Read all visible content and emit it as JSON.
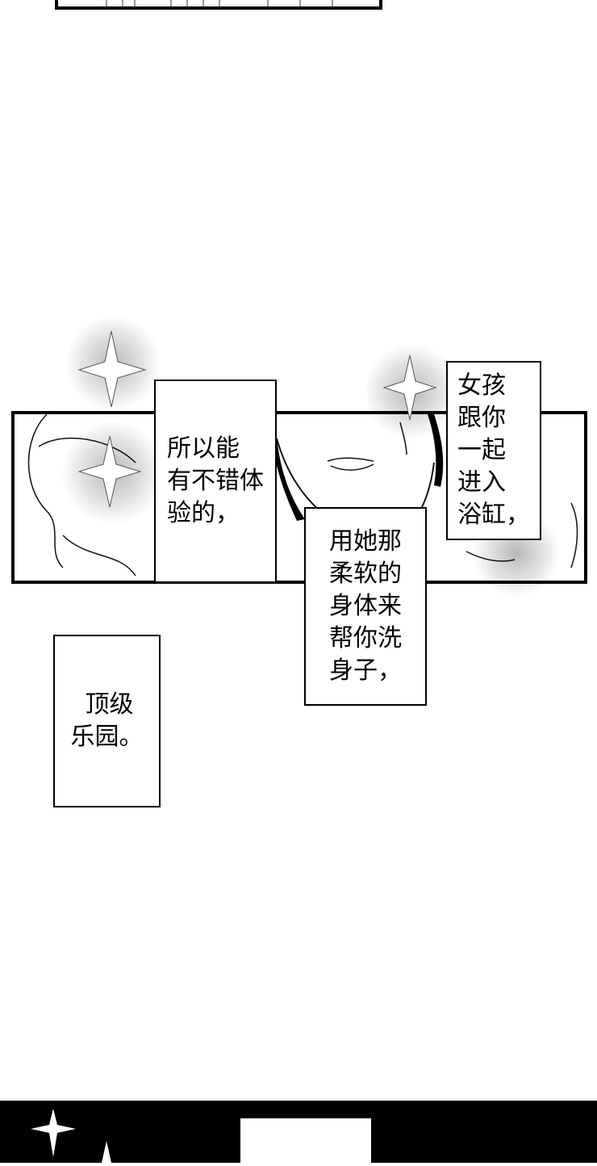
{
  "captions": {
    "caption1": [
      "所以能",
      "有不错体",
      "验的，"
    ],
    "caption2": [
      "女孩",
      "跟你",
      "一起",
      "进入",
      "浴缸，"
    ],
    "caption3": [
      "用她那",
      "柔软的",
      "身体来",
      "帮你洗",
      "身子，"
    ],
    "caption4": [
      "顶级",
      "乐园。"
    ]
  },
  "colors": {
    "ink": "#000000",
    "paper": "#ffffff"
  },
  "icons": [
    "sparkle-icon",
    "sparkle-icon",
    "sparkle-icon",
    "sparkle-icon",
    "sparkle-icon"
  ]
}
